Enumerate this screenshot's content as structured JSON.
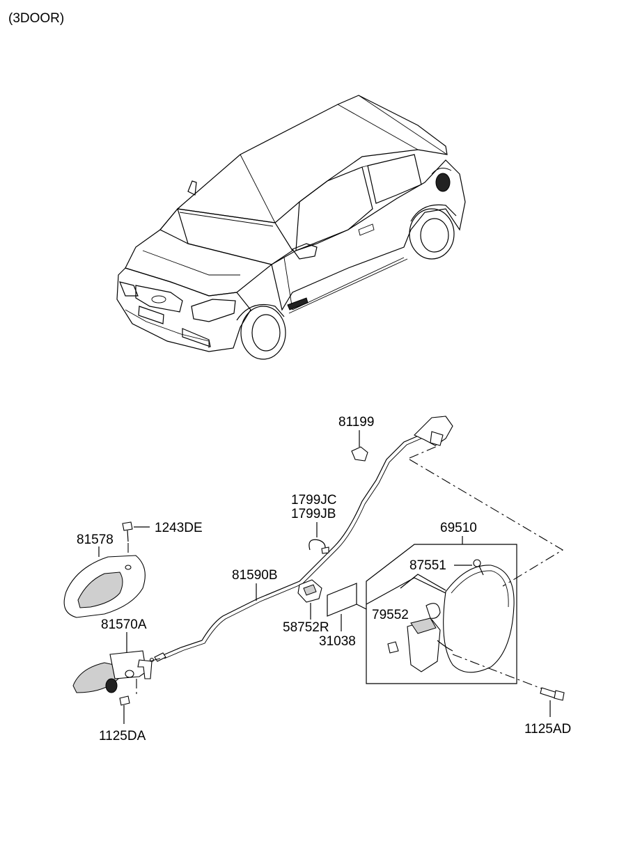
{
  "header": {
    "variant": "(3DOOR)"
  },
  "parts": {
    "p81199": "81199",
    "p1799jc": "1799JC",
    "p1799jb": "1799JB",
    "p69510": "69510",
    "p1243de": "1243DE",
    "p81578": "81578",
    "p81590b": "81590B",
    "p87551": "87551",
    "p79552": "79552",
    "p58752r": "58752R",
    "p31038": "31038",
    "p81570a": "81570A",
    "p1125da": "1125DA",
    "p1125ad": "1125AD"
  }
}
